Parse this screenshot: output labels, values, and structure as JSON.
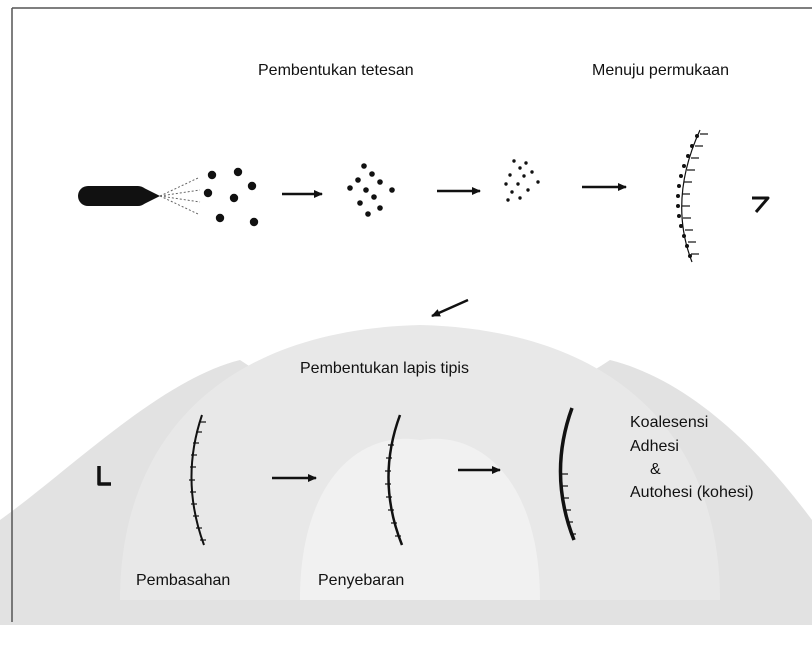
{
  "labels": {
    "droplet_formation": "Pembentukan tetesan",
    "toward_surface": "Menuju permukaan",
    "film_formation": "Pembentukan lapis tipis",
    "coalescence": "Koalesensi",
    "adhesion": "Adhesi",
    "ampersand": "&",
    "autohesion": "Autohesi (kohesi)",
    "wetting": "Pembasahan",
    "spreading": "Penyebaran"
  },
  "colors": {
    "ink": "#111111",
    "watermark": "#e2e2e2",
    "border": "#555555",
    "background": "#ffffff"
  }
}
